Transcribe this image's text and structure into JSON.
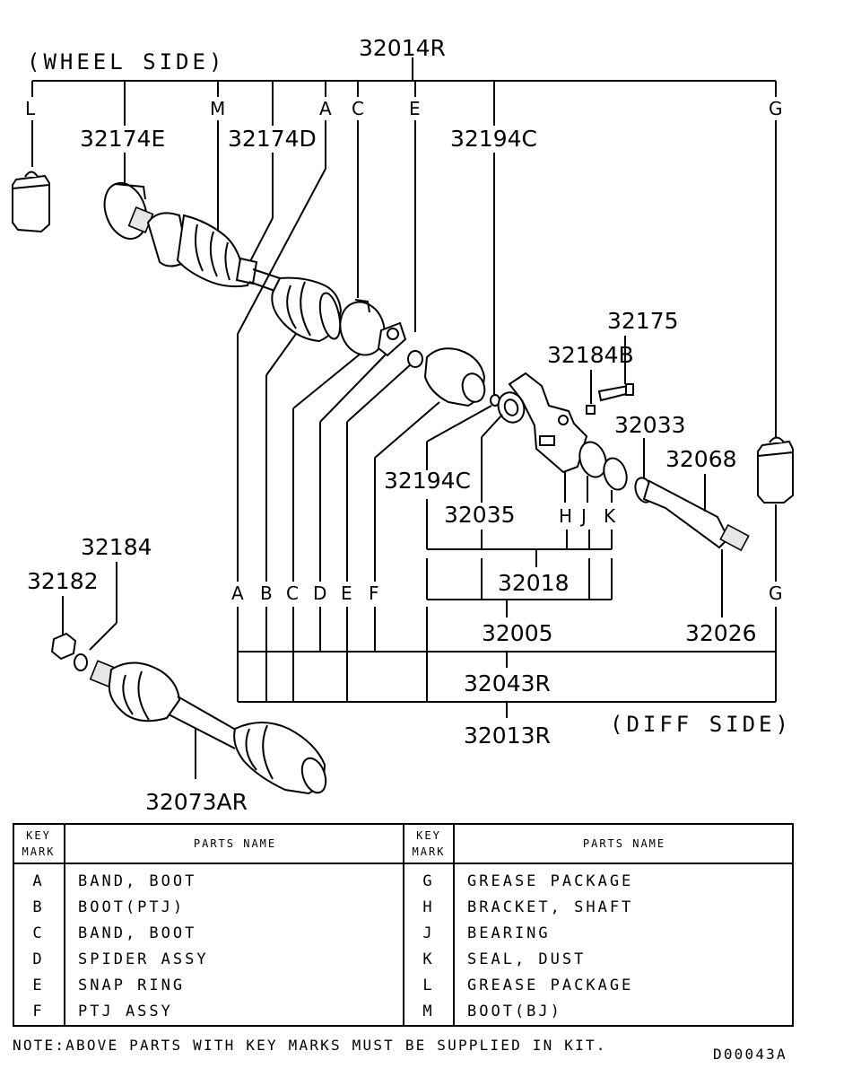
{
  "diagram": {
    "wheel_side_label": "(WHEEL SIDE)",
    "diff_side_label": "(DIFF SIDE)",
    "part_numbers": {
      "p32014R": "32014R",
      "p32174E": "32174E",
      "p32174D": "32174D",
      "p32194C_top": "32194C",
      "p32175": "32175",
      "p32184B": "32184B",
      "p32033": "32033",
      "p32068": "32068",
      "p32194C_mid": "32194C",
      "p32035": "32035",
      "p32018": "32018",
      "p32005": "32005",
      "p32026": "32026",
      "p32043R": "32043R",
      "p32013R": "32013R",
      "p32184": "32184",
      "p32182": "32182",
      "p32073AR": "32073AR"
    },
    "top_marks": [
      "L",
      "M",
      "A",
      "C",
      "E",
      "G"
    ],
    "lower_marks": [
      "A",
      "B",
      "C",
      "D",
      "E",
      "F",
      "G"
    ],
    "hjk_marks": [
      "H",
      "J",
      "K"
    ]
  },
  "table": {
    "header_key_line1": "KEY",
    "header_key_line2": "MARK",
    "header_parts": "PARTS NAME",
    "left_rows": [
      {
        "key": "A",
        "name": "BAND, BOOT"
      },
      {
        "key": "B",
        "name": "BOOT(PTJ)"
      },
      {
        "key": "C",
        "name": "BAND, BOOT"
      },
      {
        "key": "D",
        "name": "SPIDER ASSY"
      },
      {
        "key": "E",
        "name": "SNAP RING"
      },
      {
        "key": "F",
        "name": "PTJ ASSY"
      }
    ],
    "right_rows": [
      {
        "key": "G",
        "name": "GREASE PACKAGE"
      },
      {
        "key": "H",
        "name": "BRACKET, SHAFT"
      },
      {
        "key": "J",
        "name": "BEARING"
      },
      {
        "key": "K",
        "name": "SEAL, DUST"
      },
      {
        "key": "L",
        "name": "GREASE PACKAGE"
      },
      {
        "key": "M",
        "name": "BOOT(BJ)"
      }
    ]
  },
  "note": "NOTE:ABOVE PARTS WITH KEY MARKS MUST BE SUPPLIED IN KIT.",
  "drawing_code": "D00043A"
}
